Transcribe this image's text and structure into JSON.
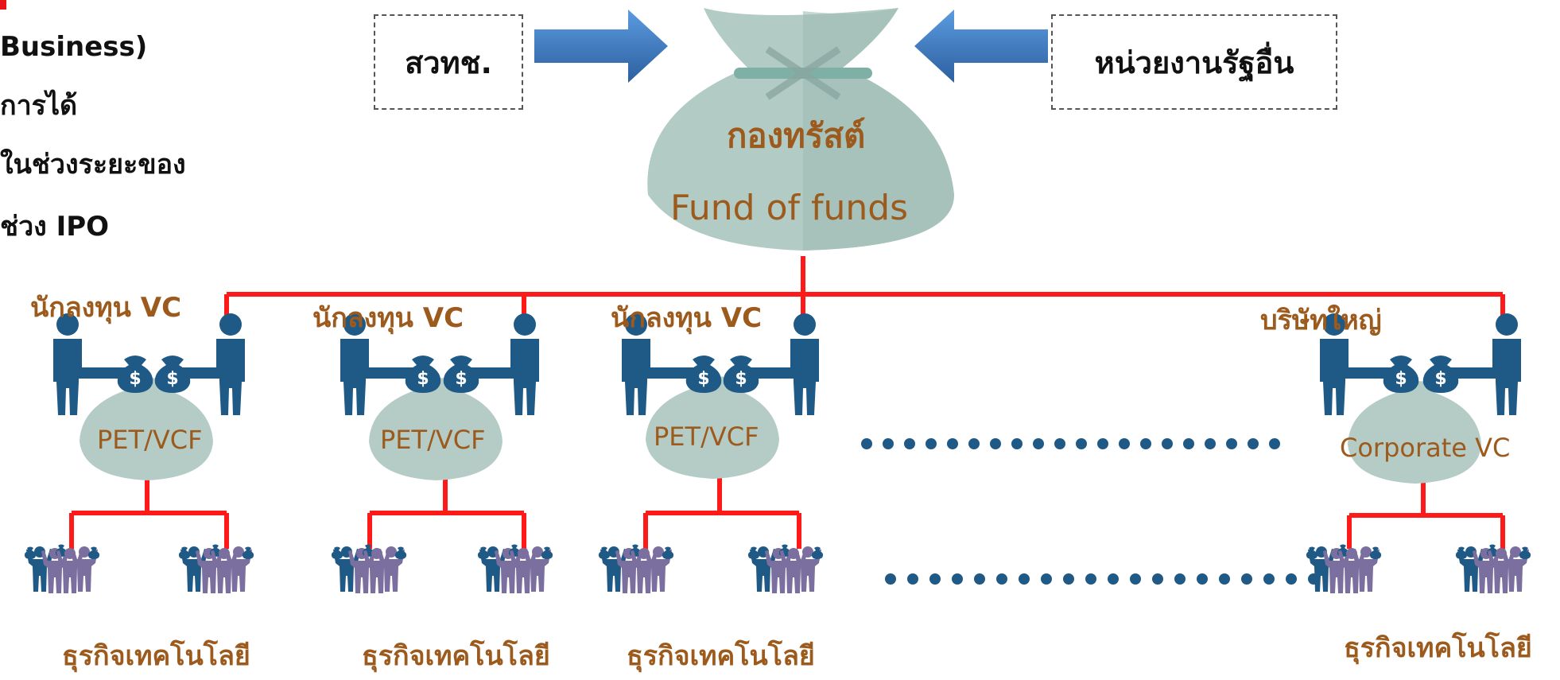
{
  "left_text": [
    "Business)",
    "การได้",
    "ในช่วงระยะของ",
    "ช่วง IPO"
  ],
  "sources": {
    "left_box": "สวทช.",
    "right_box": "หน่วยงานรัฐอื่น"
  },
  "fund": {
    "line1": "กองทรัสต์",
    "line2": "Fund of funds"
  },
  "investors": [
    {
      "label": "นักลงทุน VC",
      "bag": "PET/VCF"
    },
    {
      "label": "นักลงทุน VC",
      "bag": "PET/VCF"
    },
    {
      "label": "นักลงทุน VC",
      "bag": "PET/VCF"
    },
    {
      "label": "บริษัทใหญ่",
      "bag": "Corporate VC"
    }
  ],
  "businesses": [
    "ธุรกิจเทคโนโลยี",
    "ธุรกิจเทคโนโลยี",
    "ธุรกิจเทคโนโลยี",
    "ธุรกิจเทคโนโลยี"
  ],
  "colors": {
    "connector": "#ff1a1a",
    "person": "#1f5a86",
    "person_alt": "#7b6fa0",
    "bag": "#b5ccc6",
    "arrow": "#3f7ec6",
    "brown_text": "#9c5a1d"
  }
}
